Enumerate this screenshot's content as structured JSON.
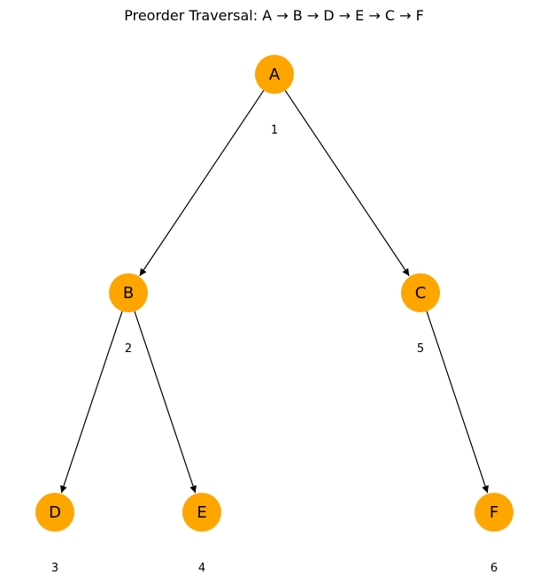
{
  "title": "Preorder Traversal: A → B → D → E → C → F",
  "colors": {
    "node_fill": "#FFA500",
    "edge": "#000000",
    "text": "#000000"
  },
  "nodes": [
    {
      "id": "A",
      "label": "A",
      "order": "1"
    },
    {
      "id": "B",
      "label": "B",
      "order": "2"
    },
    {
      "id": "C",
      "label": "C",
      "order": "5"
    },
    {
      "id": "D",
      "label": "D",
      "order": "3"
    },
    {
      "id": "E",
      "label": "E",
      "order": "4"
    },
    {
      "id": "F",
      "label": "F",
      "order": "6"
    }
  ],
  "edges": [
    {
      "from": "A",
      "to": "B"
    },
    {
      "from": "A",
      "to": "C"
    },
    {
      "from": "B",
      "to": "D"
    },
    {
      "from": "B",
      "to": "E"
    },
    {
      "from": "C",
      "to": "F"
    }
  ]
}
